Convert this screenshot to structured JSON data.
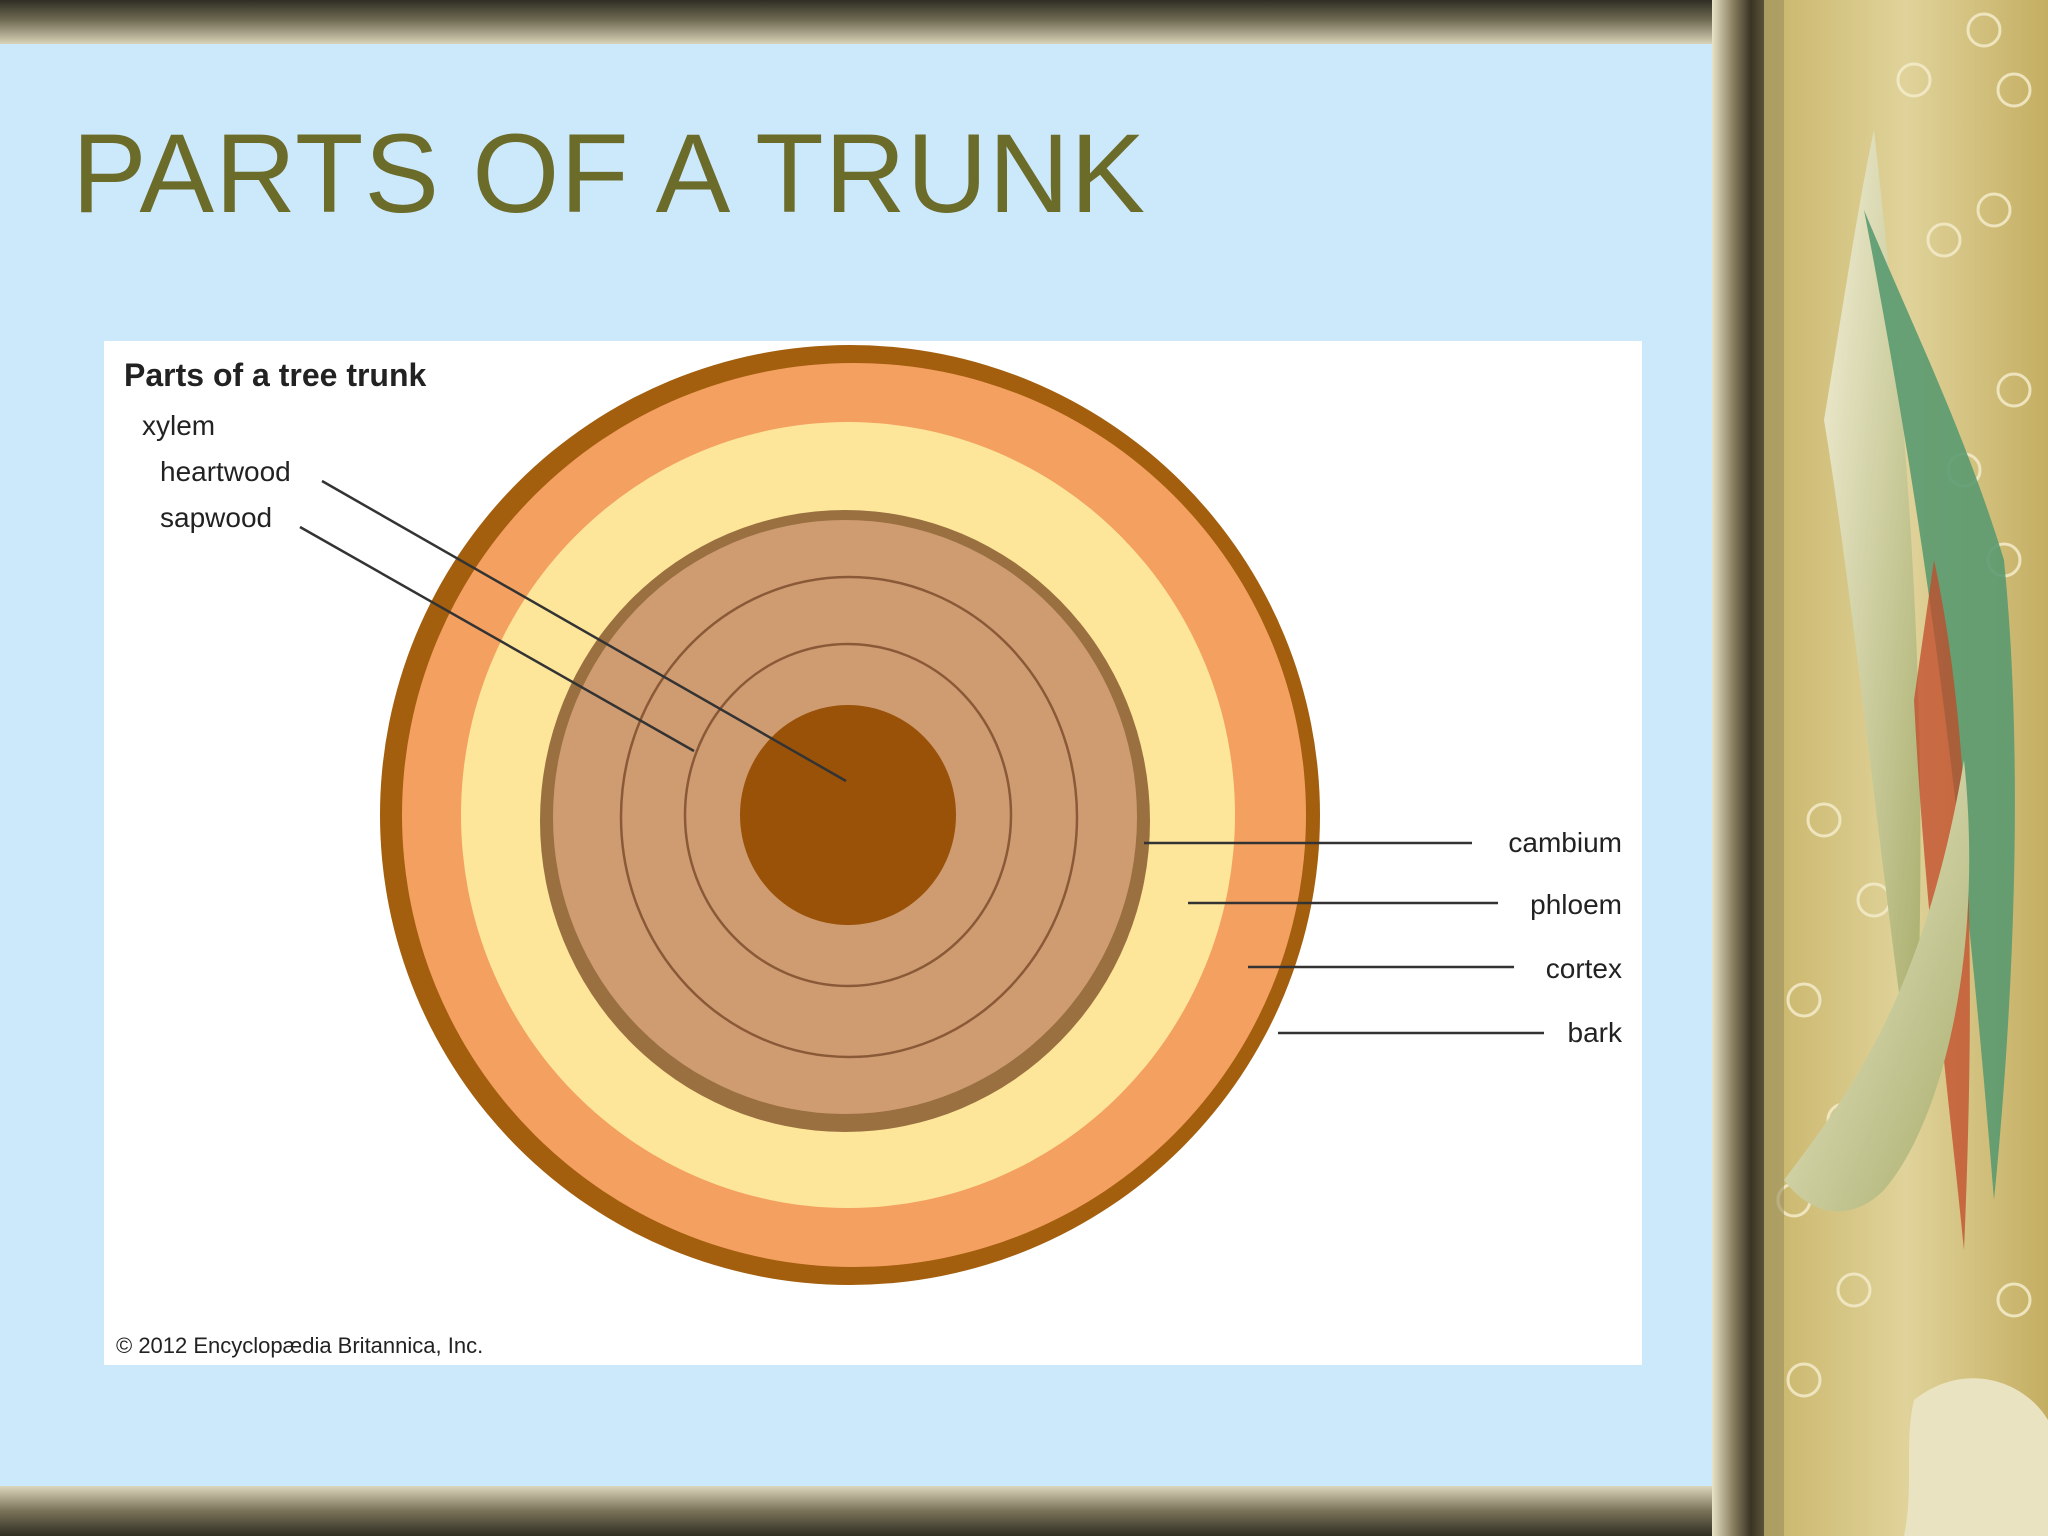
{
  "slide": {
    "title": "PARTS OF A TRUNK"
  },
  "diagram": {
    "heading": "Parts of a tree trunk",
    "group_label": "xylem",
    "labels": {
      "heartwood": "heartwood",
      "sapwood": "sapwood",
      "cambium": "cambium",
      "phloem": "phloem",
      "cortex": "cortex",
      "bark": "bark"
    },
    "credit": "© 2012 Encyclopædia Britannica, Inc."
  },
  "colors": {
    "slide_background": "#cce8fb",
    "title": "#6b6b2a",
    "bark": "#a35f0e",
    "cortex": "#f4a060",
    "phloem": "#fde69a",
    "cambium": "#9a7040",
    "sapwood": "#cf9c72",
    "heartwood": "#9a5208"
  }
}
